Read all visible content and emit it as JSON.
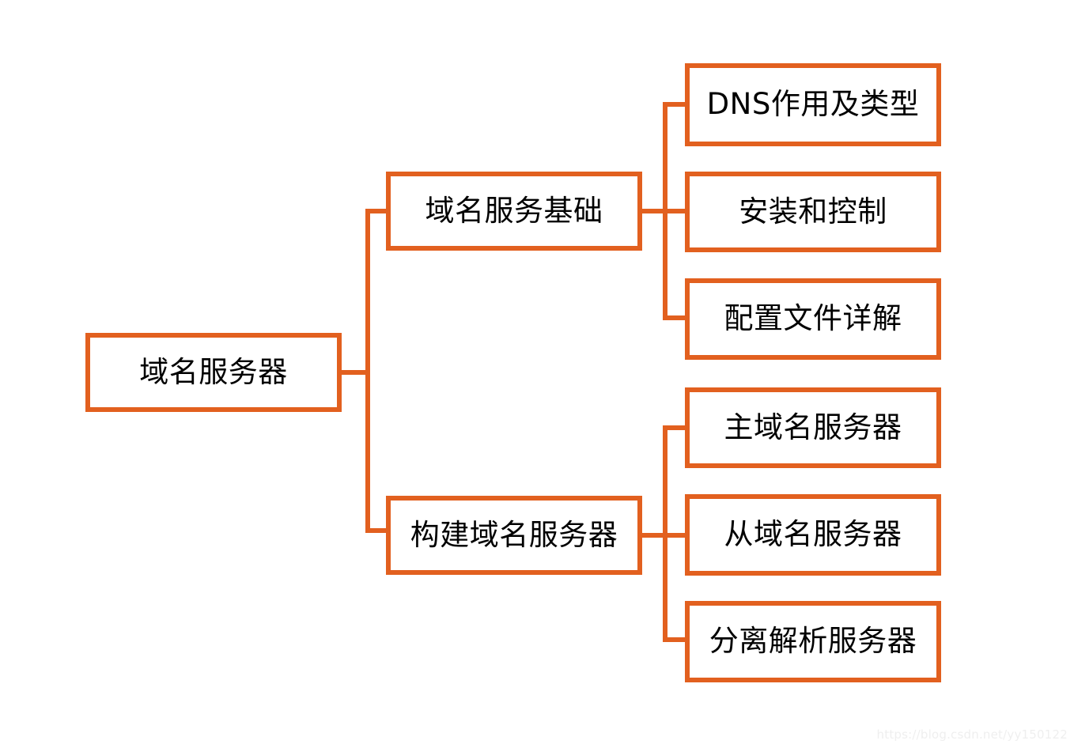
{
  "diagram": {
    "type": "mind-map",
    "accent_color": "#e2601f",
    "background_color": "#ffffff",
    "text_color": "#000000",
    "root": {
      "label": "域名服务器"
    },
    "branches": [
      {
        "label": "域名服务基础",
        "children": [
          {
            "label": "DNS作用及类型"
          },
          {
            "label": "安装和控制"
          },
          {
            "label": "配置文件详解"
          }
        ]
      },
      {
        "label": "构建域名服务器",
        "children": [
          {
            "label": "主域名服务器"
          },
          {
            "label": "从域名服务器"
          },
          {
            "label": "分离解析服务器"
          }
        ]
      }
    ]
  },
  "watermark": {
    "text": "https://blog.csdn.net/yy150122"
  }
}
